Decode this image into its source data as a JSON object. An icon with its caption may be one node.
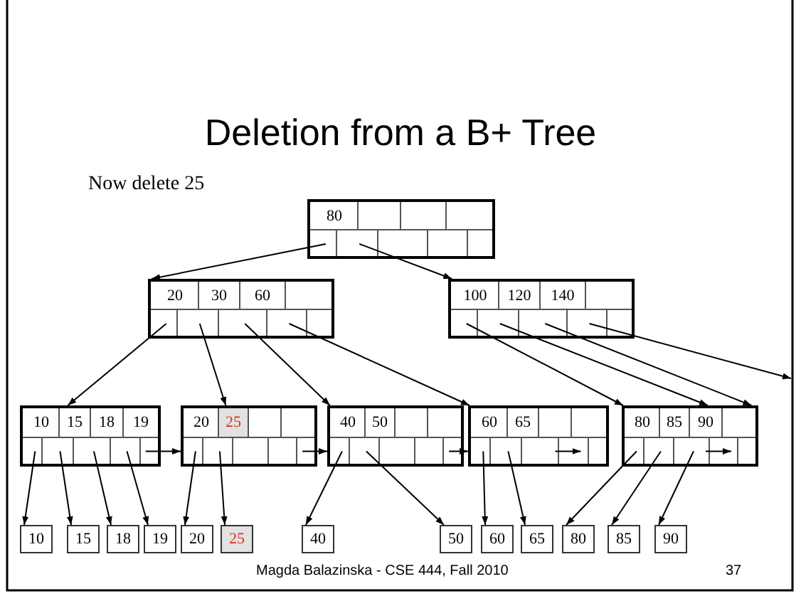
{
  "diagram": {
    "title": "Deletion from a B+ Tree",
    "nodes": [
      {
        "text": [
          "80"
        ]
      },
      {
        "text": [
          "20",
          "30",
          "60"
        ]
      },
      {
        "text": [
          "100",
          "120",
          "140"
        ]
      },
      {
        "text": [
          "10",
          "15",
          "18",
          "19"
        ]
      },
      {
        "text": [
          "20",
          "25"
        ]
      },
      {
        "text": [
          "40",
          "50"
        ]
      },
      {
        "text": [
          "60",
          "65"
        ]
      },
      {
        "text": [
          "80",
          "85",
          "90"
        ]
      },
      {
        "text": [
          "10"
        ]
      },
      {
        "text": [
          "15"
        ]
      },
      {
        "text": [
          "18"
        ]
      },
      {
        "text": [
          "19"
        ]
      },
      {
        "text": [
          "20"
        ]
      },
      {
        "text": [
          "25"
        ]
      },
      {
        "text": [
          "40"
        ]
      },
      {
        "text": [
          "50"
        ]
      },
      {
        "text": [
          "60"
        ]
      },
      {
        "text": [
          "65"
        ]
      },
      {
        "text": [
          "80"
        ]
      },
      {
        "text": [
          "85"
        ]
      },
      {
        "text": [
          "90"
        ]
      }
    ],
    "edges": [
      {
        "from": 0,
        "to": 1,
        "arrow": "to"
      },
      {
        "from": 0,
        "to": 2,
        "arrow": "to"
      },
      {
        "from": 1,
        "to": 3,
        "arrow": "to"
      },
      {
        "from": 1,
        "to": 4,
        "arrow": "to"
      },
      {
        "from": 1,
        "to": 5,
        "arrow": "to"
      },
      {
        "from": 1,
        "to": 6,
        "arrow": "to"
      },
      {
        "from": 2,
        "to": 7,
        "arrow": "to"
      },
      {
        "from": 2,
        "to": 7,
        "arrow": "to"
      },
      {
        "from": 2,
        "to": 7,
        "arrow": "to"
      },
      {
        "from": 2,
        "to": null,
        "arrow": "to"
      },
      {
        "from": 3,
        "to": 4,
        "arrow": "to"
      },
      {
        "from": 4,
        "to": 5,
        "arrow": "to"
      },
      {
        "from": 5,
        "to": 6,
        "arrow": "to"
      },
      {
        "from": 3,
        "to": 8,
        "arrow": "to"
      },
      {
        "from": 3,
        "to": 9,
        "arrow": "to"
      },
      {
        "from": 3,
        "to": 10,
        "arrow": "to"
      },
      {
        "from": 3,
        "to": 11,
        "arrow": "to"
      },
      {
        "from": 4,
        "to": 12,
        "arrow": "to"
      },
      {
        "from": 4,
        "to": 13,
        "arrow": "to"
      },
      {
        "from": 5,
        "to": 14,
        "arrow": "to"
      },
      {
        "from": 5,
        "to": 15,
        "arrow": "to"
      },
      {
        "from": 6,
        "to": 16,
        "arrow": "to"
      },
      {
        "from": 6,
        "to": 17,
        "arrow": "to"
      },
      {
        "from": 7,
        "to": 18,
        "arrow": "to"
      },
      {
        "from": 7,
        "to": 19,
        "arrow": "to"
      },
      {
        "from": 7,
        "to": 20,
        "arrow": "to"
      }
    ],
    "labels": [
      "Now delete 25",
      "Magda Balazinska - CSE 444, Fall 2010",
      "37"
    ]
  }
}
